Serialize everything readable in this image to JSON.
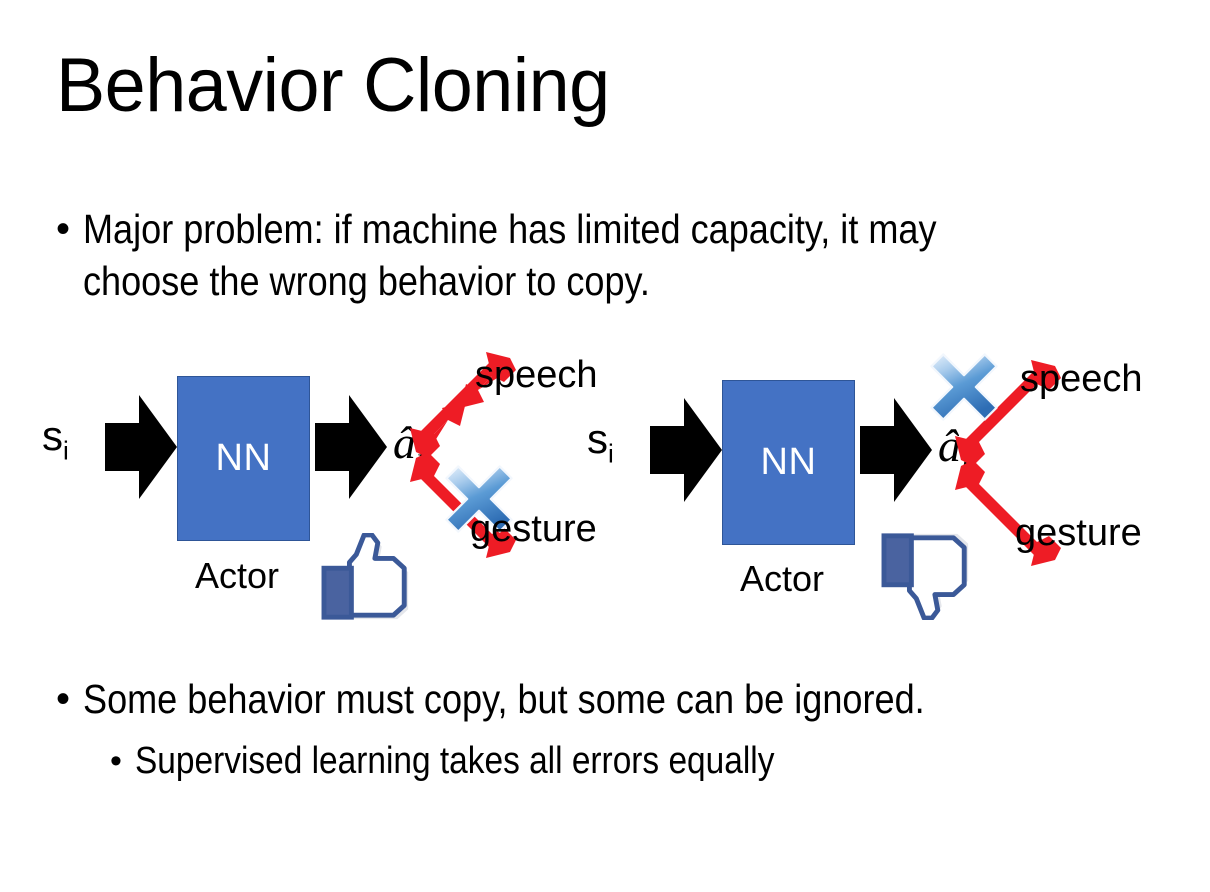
{
  "slide": {
    "title": "Behavior Cloning",
    "background_color": "#FFFFFF",
    "text_color": "#000000"
  },
  "bullets": {
    "top": "Major problem: if machine has limited capacity, it may choose the wrong behavior to copy.",
    "bottom_level1": "Some behavior must copy, but some can be ignored.",
    "bottom_level2": "Supervised learning takes all errors equally",
    "marker": "•"
  },
  "colors": {
    "nn_box_fill": "#4472C4",
    "nn_box_border": "#2E5597",
    "arrow_black": "#000000",
    "red_arrow": "#EE1C25",
    "blue_x_light": "#CFE2F7",
    "blue_x_mid": "#6FA8DC",
    "blue_x_dark": "#2E6DB4",
    "thumb_blue": "#3B5998",
    "thumb_fill": "#FFFFFF",
    "thumb_shadow": "#E4E6EB"
  },
  "diagrams": [
    {
      "id": "left",
      "state_label": "s",
      "state_subscript": "i",
      "network_label": "NN",
      "network_caption": "Actor",
      "action_label": "â",
      "action_subscript": "i",
      "branches": [
        {
          "name": "speech",
          "label": "speech",
          "direction": "up-right",
          "crossed_out": false
        },
        {
          "name": "gesture",
          "label": "gesture",
          "direction": "down-right",
          "crossed_out": true
        }
      ],
      "verdict_icon": "thumbs-up",
      "crossed_branch": "gesture"
    },
    {
      "id": "right",
      "state_label": "s",
      "state_subscript": "i",
      "network_label": "NN",
      "network_caption": "Actor",
      "action_label": "â",
      "action_subscript": "i",
      "branches": [
        {
          "name": "speech",
          "label": "speech",
          "direction": "up-right",
          "crossed_out": true
        },
        {
          "name": "gesture",
          "label": "gesture",
          "direction": "down-right",
          "crossed_out": false
        }
      ],
      "verdict_icon": "thumbs-down",
      "crossed_branch": "speech"
    }
  ]
}
